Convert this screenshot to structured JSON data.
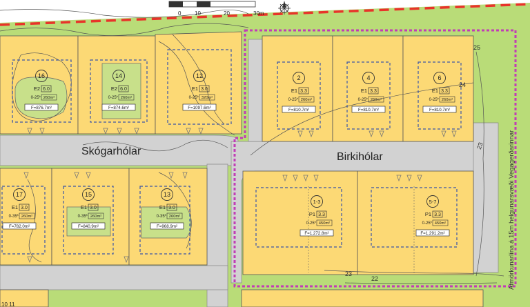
{
  "colors": {
    "green": "#b9dc78",
    "lot": "#fcd975",
    "road": "#d2d2d2",
    "contour": "#555555",
    "border_red": "#e8332a",
    "plan_boundary": "#c13db6",
    "building_box": "#3a55a8",
    "vegetation": "#c8e08a"
  },
  "scale_bar": {
    "labels": [
      "0",
      "10",
      "20",
      "30m"
    ]
  },
  "streets": {
    "skogarholar": "Skógarhólar",
    "birkiholar": "Birkihólar",
    "boundary_note": "Afmörkunarlína á 15m helgunarsvæði Vegagerðarinnar"
  },
  "contour_labels": [
    "25",
    "24",
    "23",
    "23",
    "22"
  ],
  "lots": [
    {
      "num": "16",
      "zone": "E2",
      "ratio": "6.0",
      "n": "0-25*",
      "area": "260m²",
      "f": "F=876.7m²"
    },
    {
      "num": "14",
      "zone": "E2",
      "ratio": "6.0",
      "n": "0-25*",
      "area": "260m²",
      "f": "F=874.6m²"
    },
    {
      "num": "12",
      "zone": "E1",
      "ratio": "3.0",
      "n": "0-25*",
      "area": "320m²",
      "f": "F=1097.6m²"
    },
    {
      "num": "2",
      "zone": "E1",
      "ratio": "3.3",
      "n": "0-25*",
      "area": "260m²",
      "f": "F=810.7m²"
    },
    {
      "num": "4",
      "zone": "E1",
      "ratio": "3.3",
      "n": "0-25*",
      "area": "260m²",
      "f": "F=810.7m²"
    },
    {
      "num": "6",
      "zone": "E1",
      "ratio": "3.3",
      "n": "0-25*",
      "area": "260m²",
      "f": "F=810.7m²"
    },
    {
      "num": "17",
      "zone": "E1",
      "ratio": "3.0",
      "n": "0-35*",
      "area": "260m²",
      "f": "F=782.0m²"
    },
    {
      "num": "15",
      "zone": "E1",
      "ratio": "3.0",
      "n": "0-35*",
      "area": "260m²",
      "f": "F=840.9m²"
    },
    {
      "num": "13",
      "zone": "E1",
      "ratio": "3.0",
      "n": "0-35*",
      "area": "260m²",
      "f": "F=968.9m²"
    },
    {
      "num": "1-3",
      "zone": "P1",
      "ratio": "3.3",
      "n": "0-25*",
      "area": "450m²",
      "f": "F=1.272.8m²"
    },
    {
      "num": "5-7",
      "zone": "P1",
      "ratio": "3.3",
      "n": "0-25*",
      "area": "450m²",
      "f": "F=1.291.2m²"
    }
  ]
}
